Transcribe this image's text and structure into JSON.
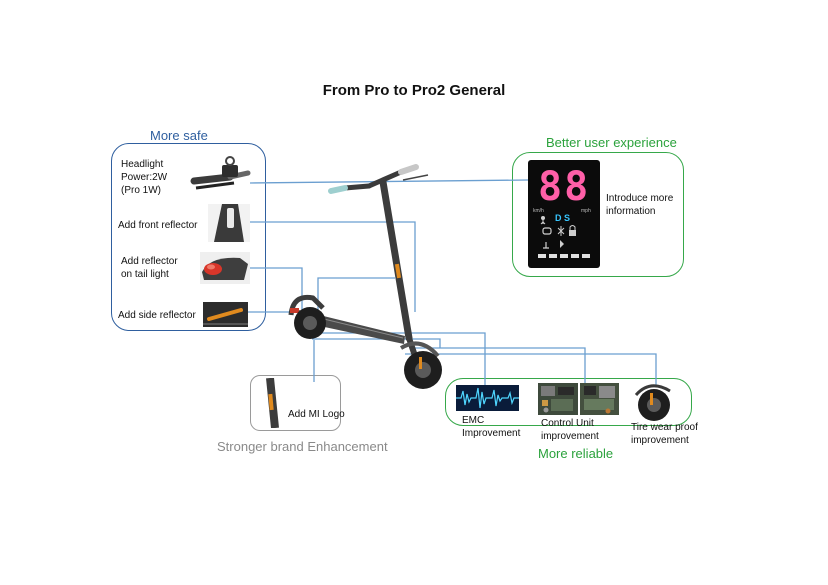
{
  "title": "From Pro to Pro2 General",
  "groups": {
    "safe": {
      "heading": "More safe",
      "items": [
        {
          "label": "Headlight\nPower:2W\n(Pro 1W)"
        },
        {
          "label": "Add front reflector"
        },
        {
          "label": "Add reflector\non tail light"
        },
        {
          "label": "Add side reflector"
        }
      ]
    },
    "ux": {
      "heading": "Better user experience",
      "item": {
        "label": "Introduce more\ninformation"
      },
      "display": {
        "digits": "88",
        "mode": "D S",
        "speed_left": "km/h",
        "speed_right": "mph"
      }
    },
    "reliable": {
      "heading": "More reliable",
      "items": [
        {
          "label": "EMC\nImprovement"
        },
        {
          "label": "Control Unit\nimprovement"
        },
        {
          "label": "Tire wear proof\nimprovement"
        }
      ]
    },
    "brand": {
      "heading": "Stronger brand Enhancement",
      "item": {
        "label": "Add MI Logo"
      }
    }
  },
  "colors": {
    "safe_accent": "#2f5f9f",
    "green_accent": "#36a84a",
    "connector": "#6b9fd0",
    "display_digits": "#ff5fa8",
    "display_mode": "#37c6ff"
  }
}
